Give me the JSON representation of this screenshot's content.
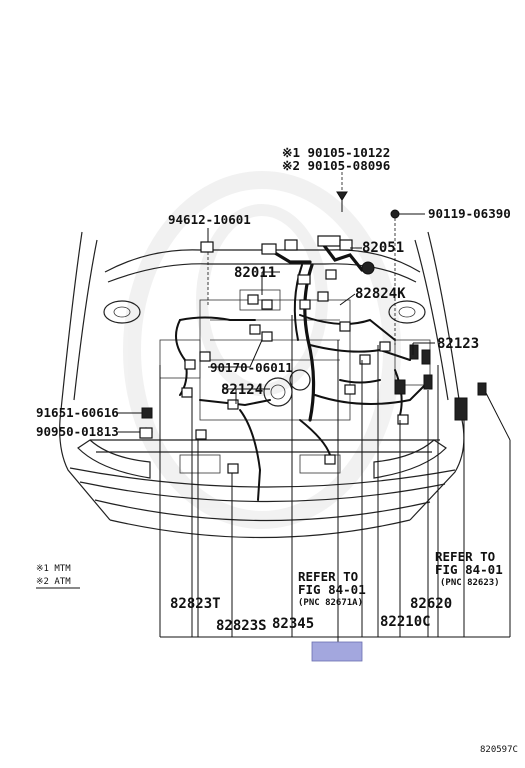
{
  "labels": {
    "p90105_line1": "※1 90105-10122",
    "p90105_line2": "※2 90105-08096",
    "p94612": "94612-10601",
    "p90119": "90119-06390",
    "p82051": "82051",
    "p82011": "82011",
    "p82824k": "82824K",
    "p90170": "90170-06011",
    "p82123": "82123",
    "p82124": "82124",
    "p91651": "91651-60616",
    "p90950": "90950-01813",
    "p82823t": "82823T",
    "p82823s": "82823S",
    "p82345": "82345",
    "p82620": "82620",
    "p82210c": "82210C"
  },
  "refer_left": {
    "line1": "REFER TO",
    "line2": "FIG 84-01",
    "line3": "(PNC 82671A)"
  },
  "refer_right": {
    "line1": "REFER TO",
    "line2": "FIG 84-01",
    "line3": "(PNC 82623)"
  },
  "legend": {
    "mtm": "※1 MTM",
    "atm": "※2 ATM"
  },
  "figure_code": "820597C",
  "colors": {
    "highlight": "#a3a7de",
    "ink": "#111111"
  }
}
